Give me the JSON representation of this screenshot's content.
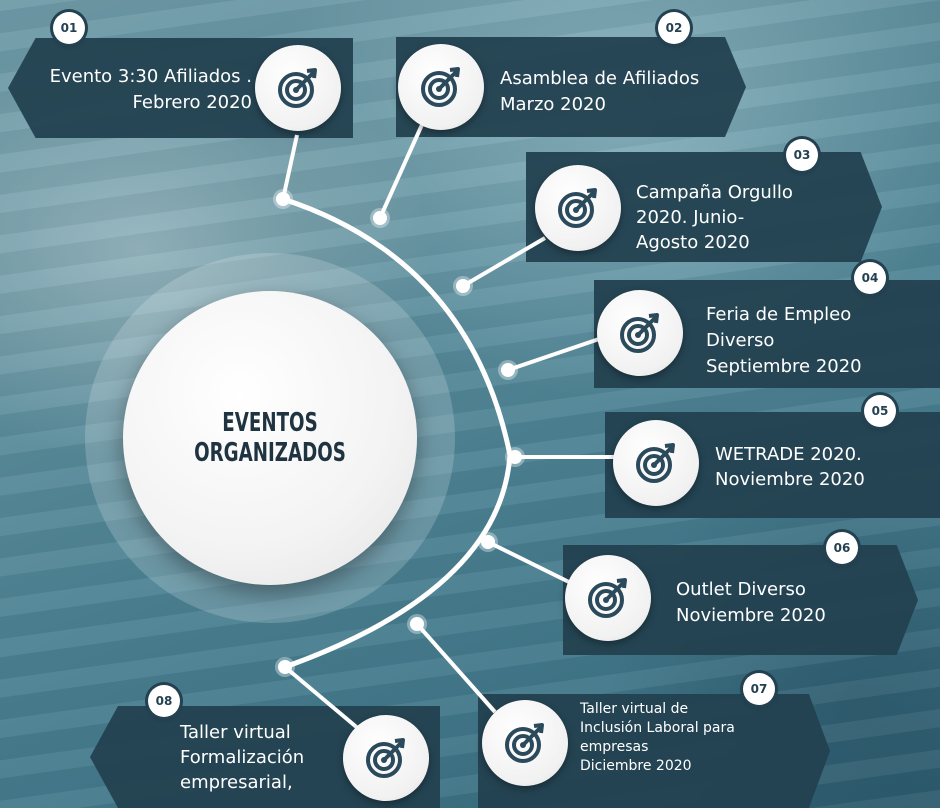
{
  "title": "EVENTOS\nORGANIZADOS",
  "events": [
    {
      "number": "01",
      "text": "Evento 3:30 Afiliados .\nFebrero 2020"
    },
    {
      "number": "02",
      "text": "Asamblea de Afiliados\nMarzo 2020"
    },
    {
      "number": "03",
      "text": "Campaña Orgullo\n2020. Junio-\nAgosto 2020"
    },
    {
      "number": "04",
      "text": "Feria de Empleo\nDiverso\nSeptiembre 2020"
    },
    {
      "number": "05",
      "text": "WETRADE 2020.\nNoviembre 2020"
    },
    {
      "number": "06",
      "text": "Outlet Diverso\nNoviembre 2020"
    },
    {
      "number": "07",
      "text": "Taller  virtual de\nInclusión Laboral para\nempresas\nDiciembre 2020"
    },
    {
      "number": "08",
      "text": "Taller virtual\nFormalización\nempresarial,"
    }
  ],
  "icon": "target-arrow-icon",
  "colors": {
    "banner": "#234150",
    "icon": "#2b4a5c",
    "accent": "#ffffff"
  }
}
